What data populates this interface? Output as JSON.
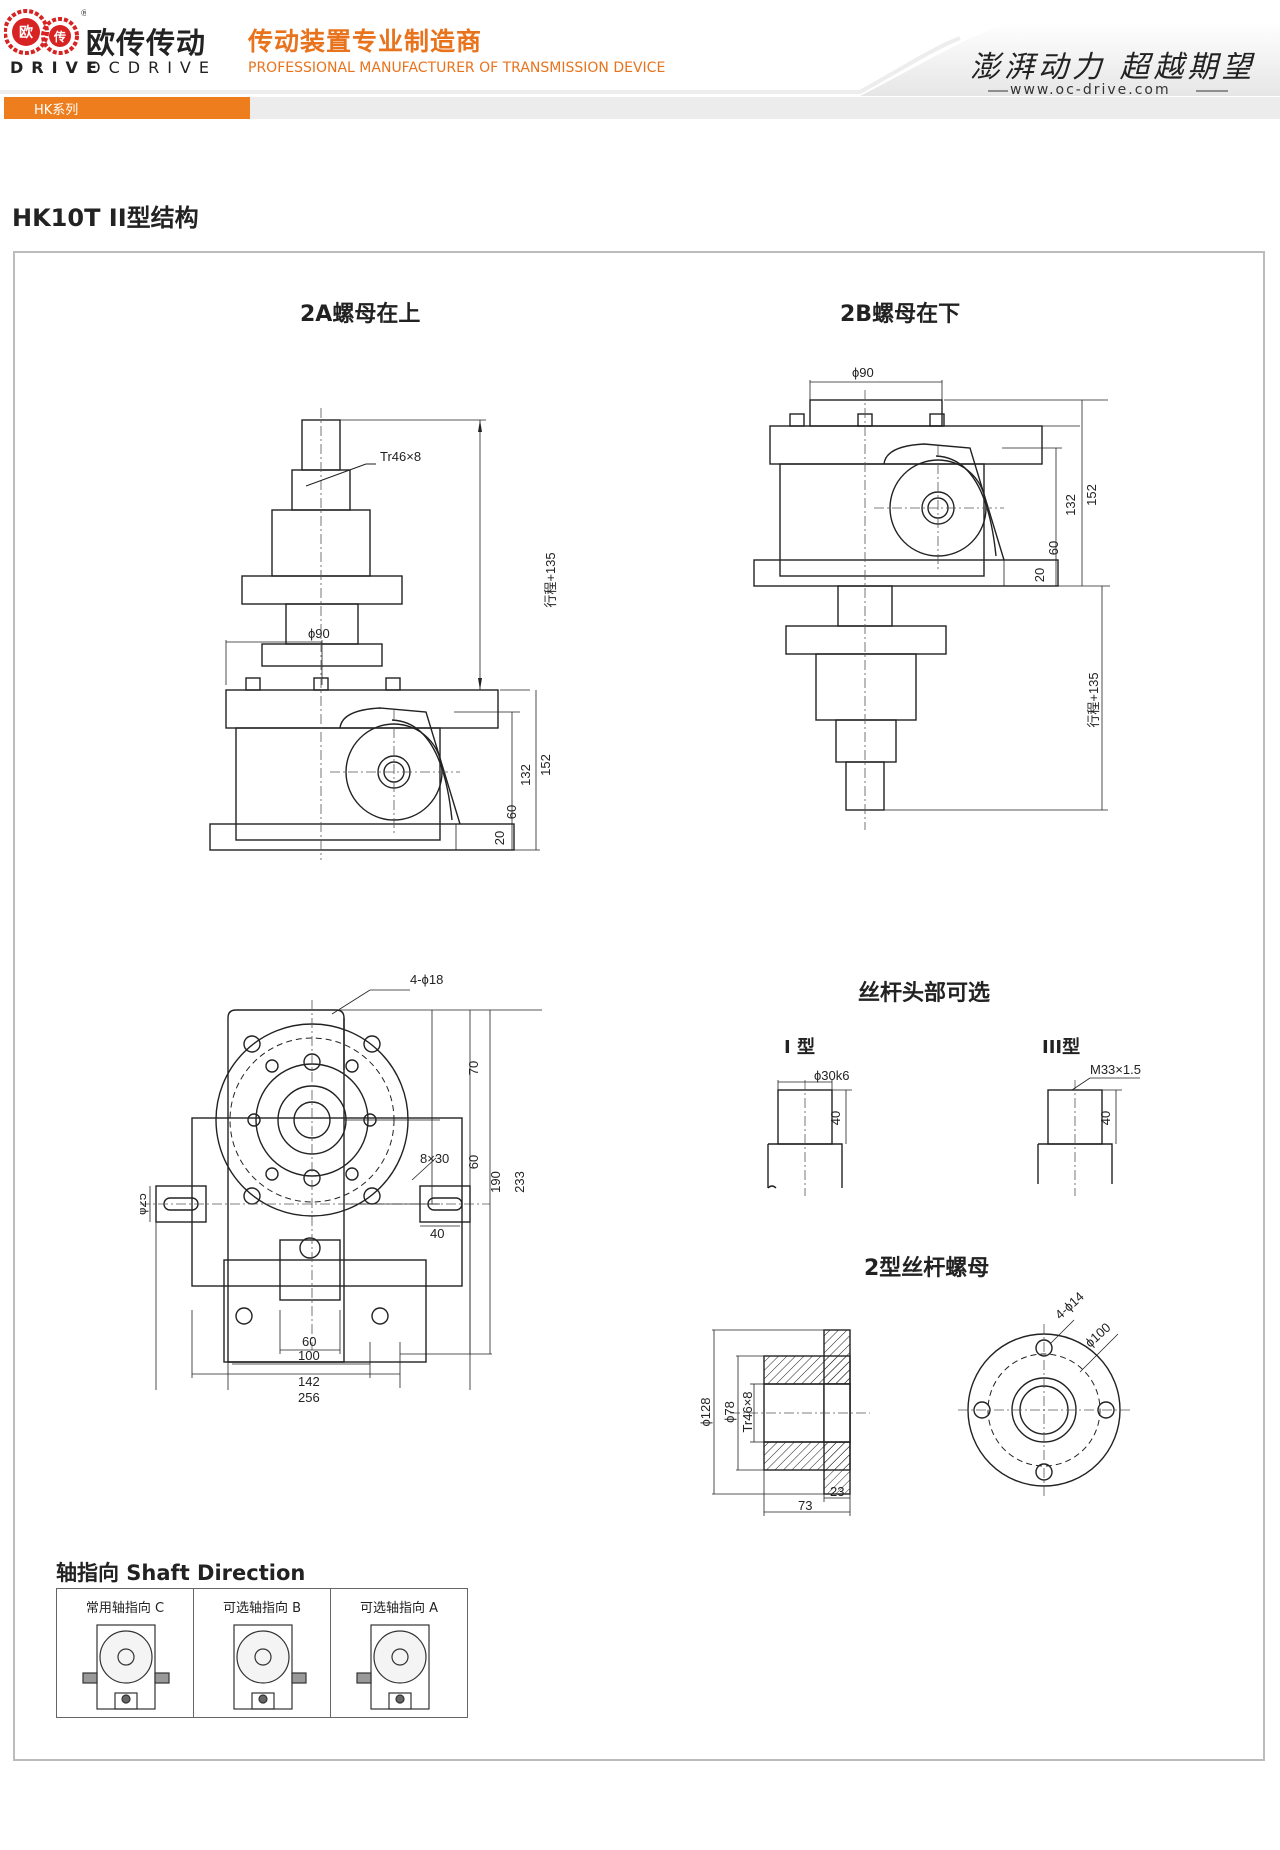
{
  "header": {
    "brand_cn": "欧传传动",
    "brand_en_left": "DRIVE",
    "brand_en_right": "OCDRIVE",
    "logo_chars": [
      "欧",
      "传"
    ],
    "registered_mark": "®",
    "slogan_cn": "传动装置专业制造商",
    "slogan_en": "PROFESSIONAL MANUFACTURER OF TRANSMISSION DEVICE",
    "motto": "澎湃动力 超越期望",
    "website": "www.oc-drive.com",
    "series": "HK系列",
    "accent_color": "#ee7d1d"
  },
  "page_title": "HK10T II型结构",
  "sections": {
    "view_2a": {
      "title": "2A螺母在上",
      "labels": {
        "thread": "Tr46×8",
        "diameter": "ϕ90",
        "stroke": "行程+135",
        "h132": "132",
        "h152": "152",
        "h60": "60",
        "h20": "20"
      }
    },
    "view_2b": {
      "title": "2B螺母在下",
      "labels": {
        "diameter": "ϕ90",
        "h132": "132",
        "h152": "152",
        "h60": "60",
        "h20": "20",
        "stroke": "行程+135"
      }
    },
    "plan_view": {
      "labels": {
        "holes": "4-ϕ18",
        "d70": "70",
        "d60": "60",
        "d190": "190",
        "d233": "233",
        "key": "8×30",
        "d40": "40",
        "shaft": "ϕ25",
        "w60": "60",
        "w100": "100",
        "w142": "142",
        "w256": "256"
      }
    },
    "screw_head": {
      "title": "丝杆头部可选",
      "type1": {
        "title": "I 型",
        "dia": "ϕ30k6",
        "len": "40"
      },
      "type3": {
        "title": "III型",
        "thread": "M33×1.5",
        "len": "40"
      }
    },
    "nut": {
      "title": "2型丝杆螺母",
      "labels": {
        "d128": "ϕ128",
        "d78": "ϕ78",
        "thread": "Tr46×8",
        "l73": "73",
        "l23": "23",
        "holes": "4-ϕ14",
        "d100": "ϕ100"
      }
    }
  },
  "shaft_direction": {
    "title": "轴指向 Shaft Direction",
    "options": [
      {
        "label": "常用轴指向 C"
      },
      {
        "label": "可选轴指向 B"
      },
      {
        "label": "可选轴指向 A"
      }
    ]
  }
}
